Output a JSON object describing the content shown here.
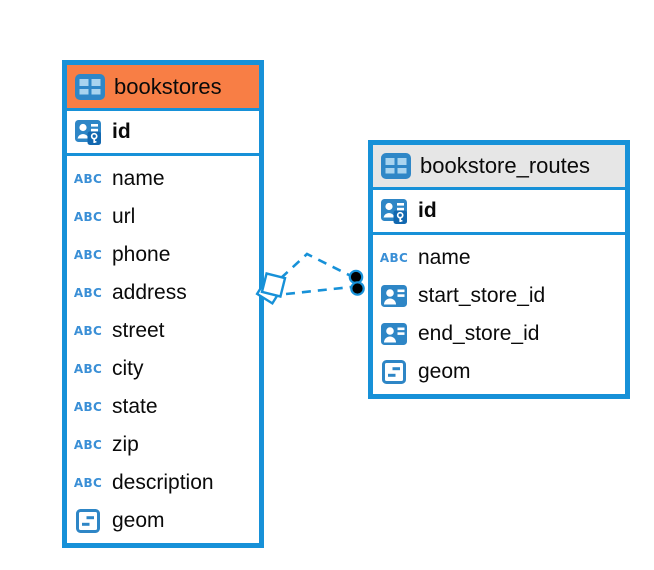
{
  "colors": {
    "accent_blue": "#1791D8",
    "icon_blue": "#2E86C6",
    "icon_blue_light": "#A9D4EF",
    "icon_key_badge_blue": "#1268B0",
    "text_type_blue": "#3A8FD6",
    "bookstores_header_bg": "#F87E45",
    "routes_header_bg": "#E6E6E6",
    "connector_dot": "#000000"
  },
  "icons": {
    "text_type_label": "ABC"
  },
  "tables": [
    {
      "name": "bookstores",
      "pk": {
        "name": "id",
        "type": "primary-key"
      },
      "columns": [
        {
          "name": "name",
          "type": "text"
        },
        {
          "name": "url",
          "type": "text"
        },
        {
          "name": "phone",
          "type": "text"
        },
        {
          "name": "address",
          "type": "text"
        },
        {
          "name": "street",
          "type": "text"
        },
        {
          "name": "city",
          "type": "text"
        },
        {
          "name": "state",
          "type": "text"
        },
        {
          "name": "zip",
          "type": "text"
        },
        {
          "name": "description",
          "type": "text"
        },
        {
          "name": "geom",
          "type": "geometry"
        }
      ]
    },
    {
      "name": "bookstore_routes",
      "pk": {
        "name": "id",
        "type": "primary-key"
      },
      "columns": [
        {
          "name": "name",
          "type": "text"
        },
        {
          "name": "start_store_id",
          "type": "foreign-key"
        },
        {
          "name": "end_store_id",
          "type": "foreign-key"
        },
        {
          "name": "geom",
          "type": "geometry"
        }
      ]
    }
  ],
  "relationship": {
    "from_table": "bookstores",
    "to_table": "bookstore_routes",
    "style": "dashed",
    "from_marker": "diamond",
    "to_marker": "two-dots"
  }
}
